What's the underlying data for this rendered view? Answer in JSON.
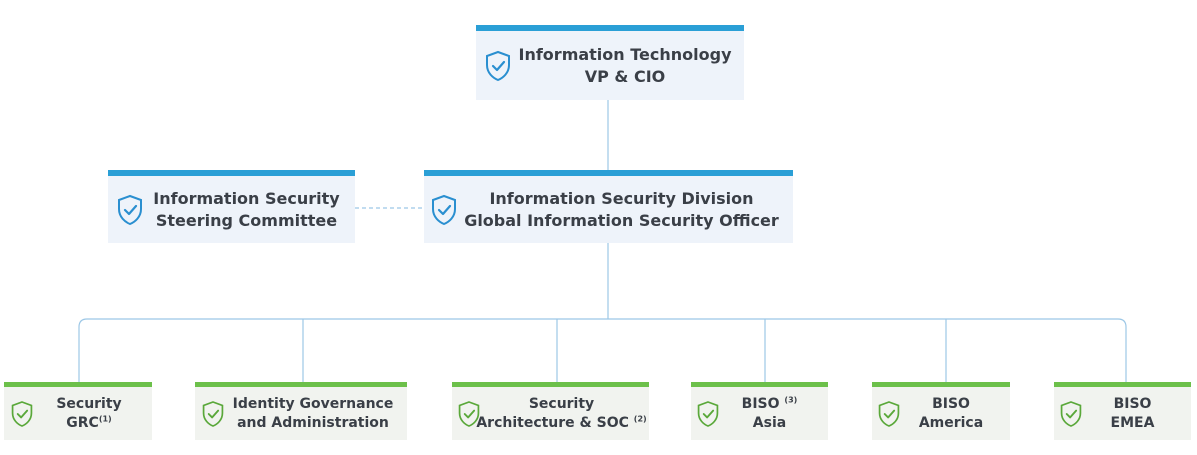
{
  "top": {
    "line1": "Information Technology",
    "line2": "VP & CIO"
  },
  "committee": {
    "line1": "Information Security",
    "line2": "Steering Committee"
  },
  "division": {
    "line1": "Information Security Division",
    "line2": "Global Information Security Officer"
  },
  "children": [
    {
      "line1": "Security",
      "line2": "GRC",
      "sup1": "",
      "sup2": "(1)"
    },
    {
      "line1": "Identity Governance",
      "line2": "and Administration",
      "sup1": "",
      "sup2": ""
    },
    {
      "line1": "Security",
      "line2": "Architecture & SOC",
      "sup1": "",
      "sup2": "(2)"
    },
    {
      "line1": "BISO",
      "line2": "Asia",
      "sup1": "(3)",
      "sup2": ""
    },
    {
      "line1": "BISO",
      "line2": "America",
      "sup1": "",
      "sup2": ""
    },
    {
      "line1": "BISO",
      "line2": "EMEA",
      "sup1": "",
      "sup2": ""
    }
  ],
  "colors": {
    "blue_accent": "#2a9fd6",
    "green_accent": "#6cc04a",
    "line": "#9cc7e6",
    "icon_blue": "#2a8fd0",
    "icon_green": "#5aa83a"
  },
  "icons": {
    "box_icon": "shield-check-icon"
  }
}
